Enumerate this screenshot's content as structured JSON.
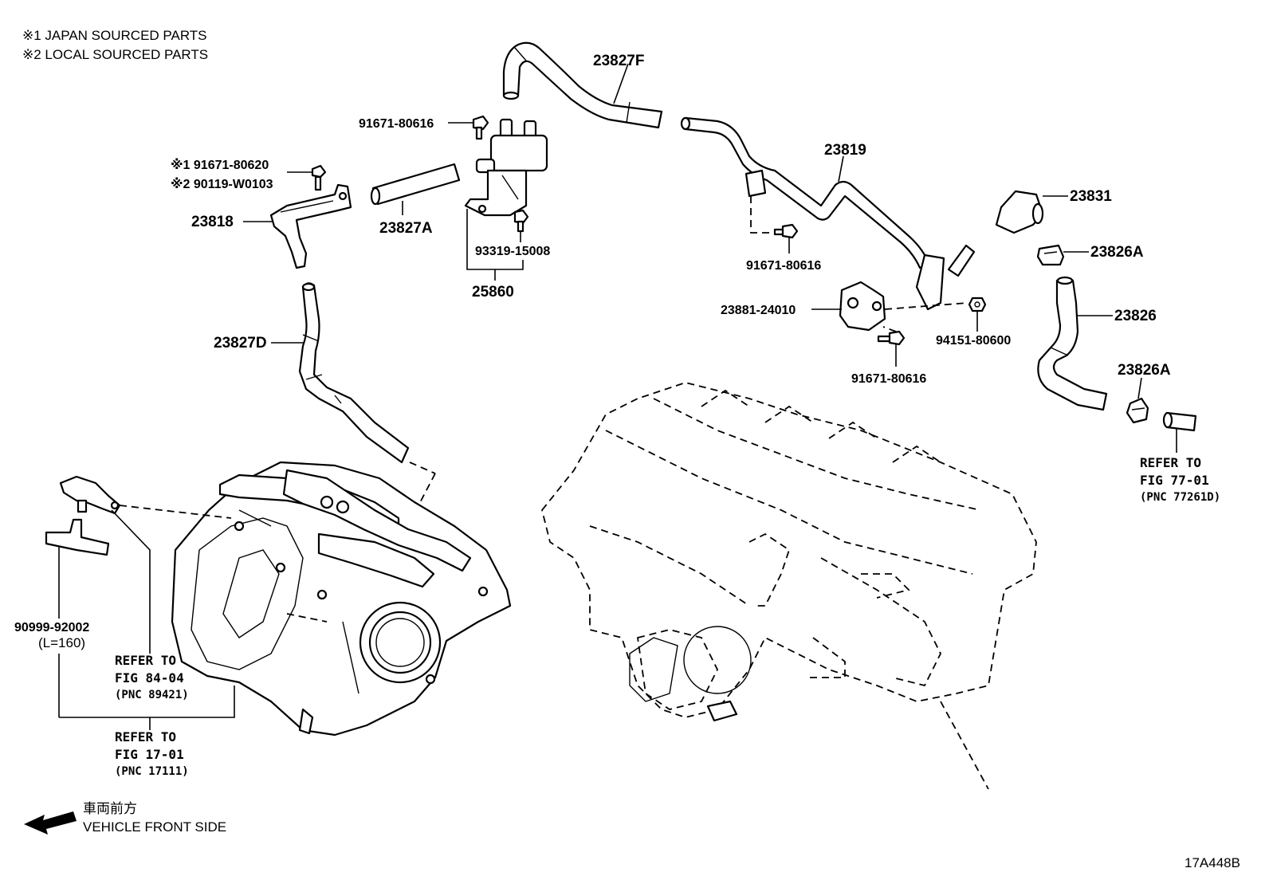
{
  "notes": {
    "line1": "※1 JAPAN SOURCED PARTS",
    "line2": "※2 LOCAL SOURCED PARTS"
  },
  "labels": {
    "p23827F": "23827F",
    "p91671_80616_a": "91671-80616",
    "p91671_80620": "※1 91671-80620",
    "p90119_W0103": "※2 90119-W0103",
    "p23818": "23818",
    "p23827A": "23827A",
    "p93319_15008": "93319-15008",
    "p25860": "25860",
    "p23819": "23819",
    "p91671_80616_b": "91671-80616",
    "p23831": "23831",
    "p23826A_a": "23826A",
    "p23881_24010": "23881-24010",
    "p94151_80600": "94151-80600",
    "p23826": "23826",
    "p91671_80616_c": "91671-80616",
    "p23826A_b": "23826A",
    "p23827D": "23827D",
    "p90999_92002": "90999-92002",
    "p90999_length": "(L=160)"
  },
  "refs": {
    "r1_line1": "REFER TO",
    "r1_line2": "FIG 77-01",
    "r1_line3": "(PNC 77261D)",
    "r2_line1": "REFER TO",
    "r2_line2": "FIG 84-04",
    "r2_line3": "(PNC 89421)",
    "r3_line1": "REFER TO",
    "r3_line2": "FIG 17-01",
    "r3_line3": "(PNC 17111)"
  },
  "orientation": {
    "jp_text": "車両前方",
    "en_text": "VEHICLE FRONT SIDE",
    "arrow_icon": "arrow-left-icon"
  },
  "diagram_id": "17A448B"
}
